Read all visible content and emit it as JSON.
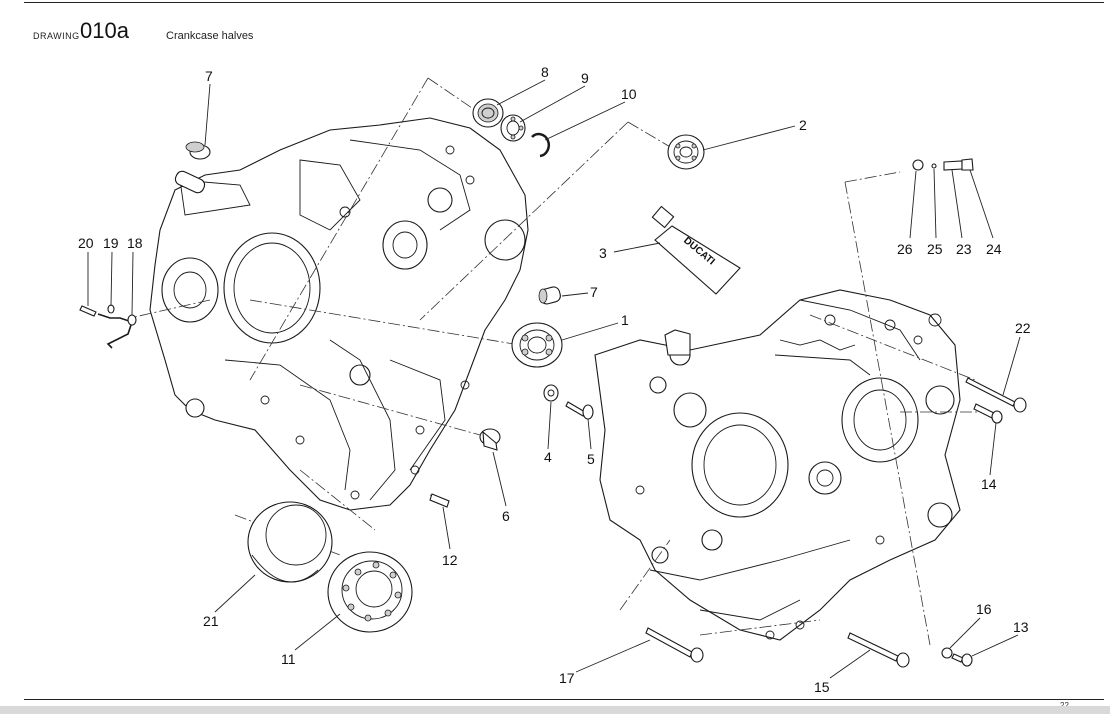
{
  "header": {
    "drawing_label": "DRAWING",
    "drawing_code": "010a",
    "title": "Crankcase halves"
  },
  "page_number": "22",
  "tube_brand": "DUCATI",
  "callouts": [
    "1",
    "2",
    "3",
    "4",
    "5",
    "6",
    "7",
    "7",
    "8",
    "9",
    "10",
    "11",
    "12",
    "13",
    "14",
    "15",
    "16",
    "17",
    "18",
    "19",
    "20",
    "21",
    "22",
    "23",
    "24",
    "25",
    "26"
  ]
}
